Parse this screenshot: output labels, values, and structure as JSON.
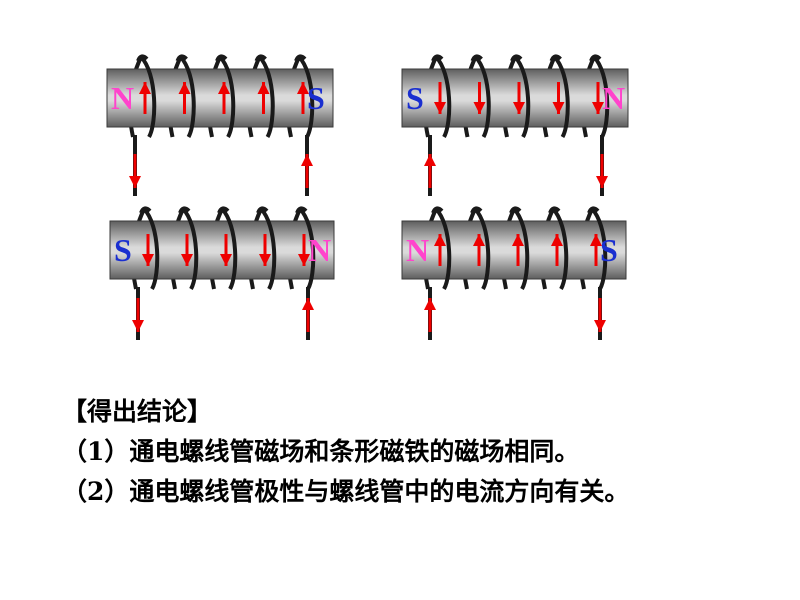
{
  "colors": {
    "north": "#ff44cc",
    "south": "#1a2fd0",
    "arrow": "#ee0000",
    "wire": "#1a1a1a",
    "bar_light": "#dadada",
    "bar_dark": "#5e5e5e"
  },
  "solenoids": [
    {
      "id": "top-left",
      "left_pole": "N",
      "right_pole": "S",
      "coil_arrow": "up",
      "lead_left": "down",
      "lead_right": "up",
      "leads": "below"
    },
    {
      "id": "top-right",
      "left_pole": "S",
      "right_pole": "N",
      "coil_arrow": "down",
      "lead_left": "up",
      "lead_right": "down",
      "leads": "below"
    },
    {
      "id": "bottom-left",
      "left_pole": "S",
      "right_pole": "N",
      "coil_arrow": "down",
      "lead_left": "down",
      "lead_right": "up",
      "leads": "below"
    },
    {
      "id": "bottom-right",
      "left_pole": "N",
      "right_pole": "S",
      "coil_arrow": "up",
      "lead_left": "up",
      "lead_right": "down",
      "leads": "below"
    }
  ],
  "conclusion": {
    "heading": "【得出结论】",
    "line1": "（1）通电螺线管磁场和条形磁铁的磁场相同。",
    "line2": "（2）通电螺线管极性与螺线管中的电流方向有关。"
  }
}
